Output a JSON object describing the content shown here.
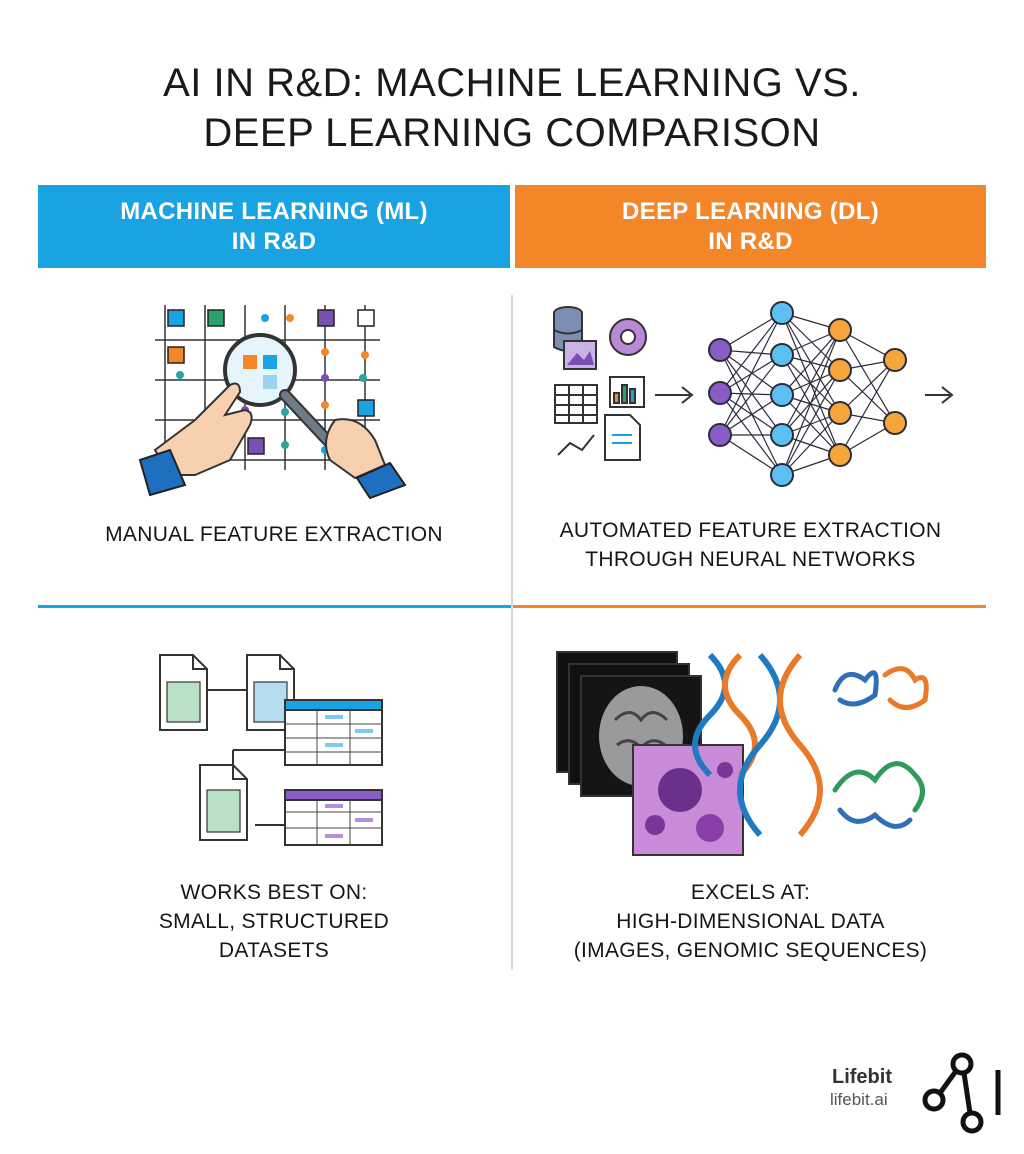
{
  "title": {
    "line1": "AI IN R&D: MACHINE LEARNING VS.",
    "line2": "DEEP LEARNING COMPARISON"
  },
  "columns": {
    "ml": {
      "header_line1": "MACHINE LEARNING (ML)",
      "header_line2": "IN R&D",
      "color": "#1aa3e2",
      "feature_caption": "MANUAL FEATURE EXTRACTION",
      "data_caption_line1": "WORKS BEST ON:",
      "data_caption_line2": "SMALL, STRUCTURED",
      "data_caption_line3": "DATASETS"
    },
    "dl": {
      "header_line1": "DEEP LEARNING (DL)",
      "header_line2": "IN R&D",
      "color": "#f4862a",
      "feature_caption_line1": "AUTOMATED FEATURE EXTRACTION",
      "feature_caption_line2": "THROUGH NEURAL NETWORKS",
      "data_caption_line1": "EXCELS AT:",
      "data_caption_line2": "HIGH-DIMENSIONAL DATA",
      "data_caption_line3": "(IMAGES, GENOMIC SEQUENCES)"
    }
  },
  "icons": {
    "ml_feature": "magnifying-glass-hands-icon",
    "dl_feature": "neural-network-icon",
    "ml_data": "spreadsheet-files-icon",
    "dl_data": "medical-images-dna-protein-icon"
  },
  "brand": {
    "name": "Lifebit",
    "url": "lifebit.ai"
  }
}
